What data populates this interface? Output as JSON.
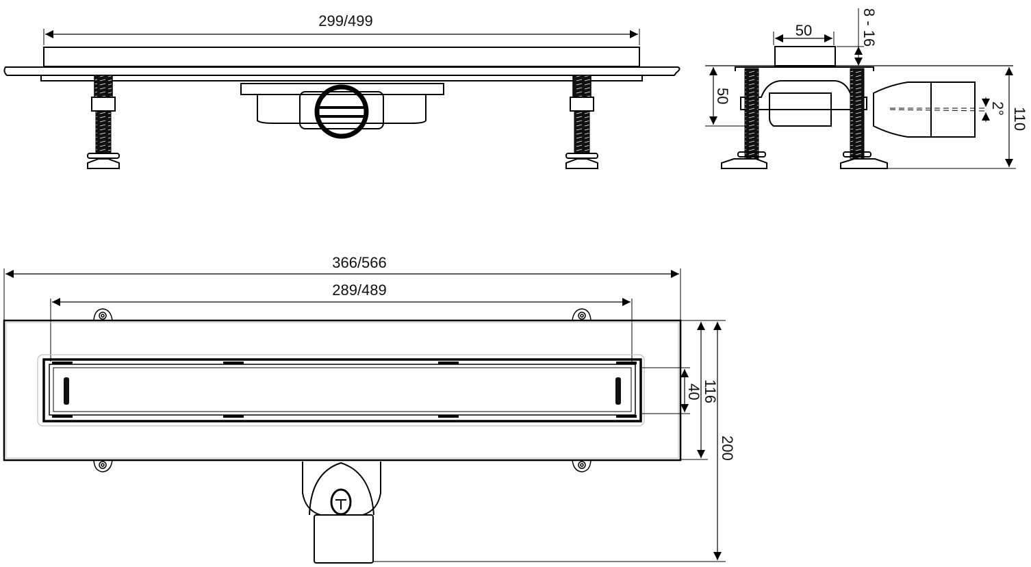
{
  "drawing": {
    "subject": "linear shower drain technical drawing",
    "views": {
      "side_view": {
        "dimensions": {
          "overall_length": "299/499"
        }
      },
      "end_view": {
        "dimensions": {
          "outlet_width": "50",
          "cover_height_range": "8 - 16",
          "body_height": "50",
          "total_height": "110",
          "slope": "2°"
        }
      },
      "top_view": {
        "dimensions": {
          "frame_length": "366/566",
          "grate_length": "289/489",
          "grate_width": "40",
          "frame_width": "116",
          "overall_depth": "200"
        }
      }
    },
    "colors": {
      "line": "#000000",
      "hidden_line": "#bdbdbd",
      "background": "#ffffff"
    }
  }
}
